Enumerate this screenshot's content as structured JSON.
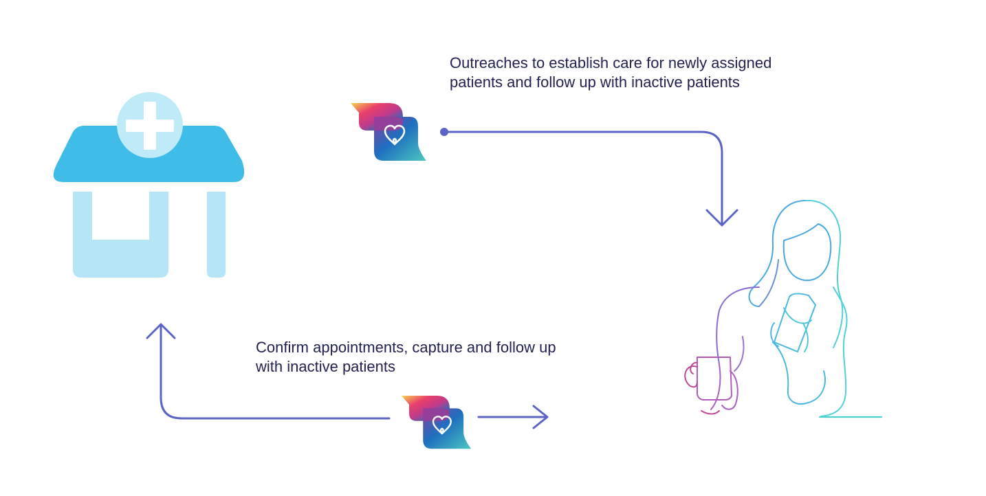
{
  "flow": {
    "outreach": {
      "lines": [
        "Outreaches to establish care for newly assigned",
        "patients and follow up with inactive patients"
      ]
    },
    "confirm": {
      "lines": [
        "Confirm appointments, capture and follow up",
        "with inactive patients"
      ]
    }
  },
  "icons": {
    "clinic": "clinic-building-icon",
    "cross": "medical-cross-icon",
    "chat": "heart-chat-bubble-icon",
    "patient": "woman-with-phone-and-mug-illustration"
  },
  "colors": {
    "arrow": "#5b63c4",
    "clinic_roof": "#3fbce8",
    "clinic_body": "#b5e6f7",
    "cross_circle": "#bfeaf8",
    "text": "#1f2150",
    "gradient": [
      "#f7d54a",
      "#e8406b",
      "#c13a8a",
      "#1e6fbf",
      "#4dc8c0"
    ]
  }
}
